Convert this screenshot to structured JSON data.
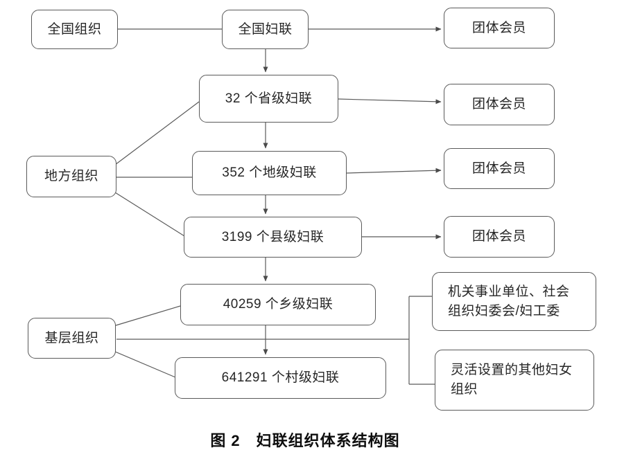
{
  "caption": "图 2　妇联组织体系结构图",
  "colors": {
    "line": "#595959",
    "text": "#262626",
    "background": "#ffffff"
  },
  "nodes": {
    "national_org": {
      "label": "全国组织"
    },
    "national_federation": {
      "label": "全国妇联"
    },
    "group_member_national": {
      "label": "团体会员"
    },
    "provincial": {
      "label": "32 个省级妇联"
    },
    "group_member_provincial": {
      "label": "团体会员"
    },
    "local_org": {
      "label": "地方组织"
    },
    "prefecture": {
      "label": "352 个地级妇联"
    },
    "group_member_prefecture": {
      "label": "团体会员"
    },
    "county": {
      "label": "3199 个县级妇联"
    },
    "group_member_county": {
      "label": "团体会员"
    },
    "township": {
      "label": "40259 个乡级妇联"
    },
    "grassroots_org": {
      "label": "基层组织"
    },
    "village": {
      "label": "641291 个村级妇联"
    },
    "org_committees": {
      "label": "机关事业单位、社会\n组织妇委会/妇工委"
    },
    "flexible_orgs": {
      "label": "灵活设置的其他妇女\n组织"
    }
  }
}
